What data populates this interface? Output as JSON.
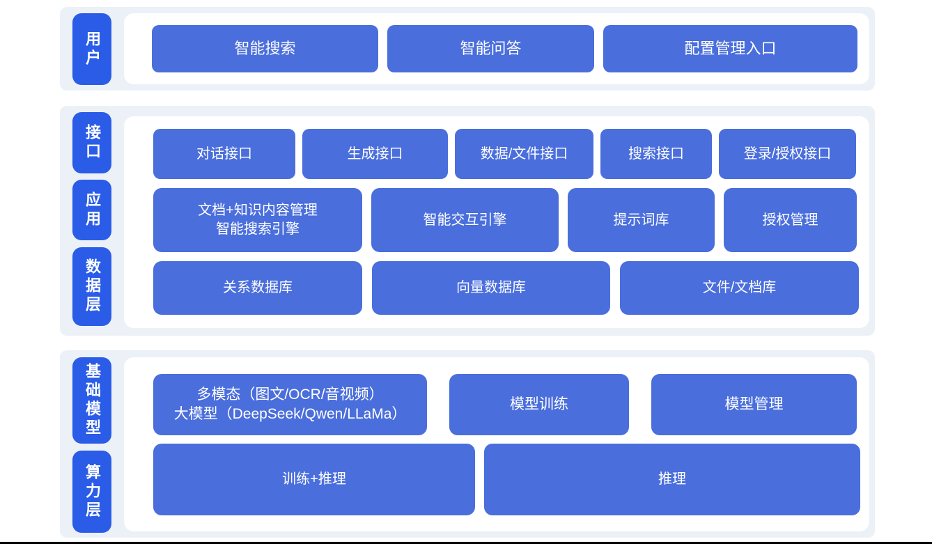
{
  "colors": {
    "band_background": "#ECF1F8",
    "layer_label_blue": "#2A5CE8",
    "box_blue": "#4A6EDC",
    "text_white": "#FFFFFF",
    "bottom_line": "#000000"
  },
  "layers": {
    "user": {
      "label": "用户",
      "items": [
        "智能搜索",
        "智能问答",
        "配置管理入口"
      ]
    },
    "middle": {
      "labels": [
        "接口",
        "应用",
        "数据层"
      ],
      "interface_row": [
        "对话接口",
        "生成接口",
        "数据/文件接口",
        "搜索接口",
        "登录/授权接口"
      ],
      "application_row": [
        "文档+知识内容管理\n智能搜索引擎",
        "智能交互引擎",
        "提示词库",
        "授权管理"
      ],
      "data_row": [
        "关系数据库",
        "向量数据库",
        "文件/文档库"
      ]
    },
    "foundation": {
      "labels": [
        "基础模型",
        "算力层"
      ],
      "model_row": [
        "多模态（图文/OCR/音视频）\n大模型（DeepSeek/Qwen/LLaMa）",
        "模型训练",
        "模型管理"
      ],
      "compute_row": [
        "训练+推理",
        "推理"
      ]
    }
  }
}
